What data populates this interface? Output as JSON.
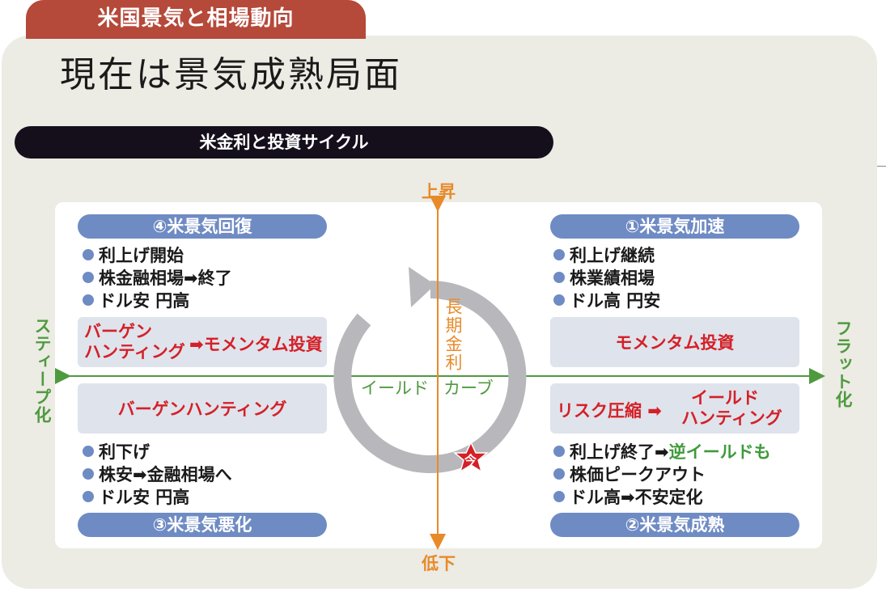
{
  "header": {
    "tab_label": "米国景気と相場動向",
    "headline": "現在は景気成熟局面",
    "subbar": "米金利と投資サイクル"
  },
  "axes": {
    "top": "上昇",
    "bottom": "低下",
    "left": "スティープ化",
    "right": "フラット化",
    "vertical_label": "長期金利",
    "horizontal_label_left": "イールド",
    "horizontal_label_right": "カーブ"
  },
  "current_marker": "今",
  "quadrants": {
    "q4": {
      "title": "④米景気回復",
      "bullets": [
        "利上げ開始",
        "株金融相場➡終了",
        "ドル安 円高"
      ],
      "strategy_line1": "バーゲン",
      "strategy_line2": "ハンティング",
      "strategy_arrow": "➡モメンタム投資"
    },
    "q1": {
      "title": "①米景気加速",
      "bullets": [
        "利上げ継続",
        "株業績相場",
        "ドル高 円安"
      ],
      "strategy": "モメンタム投資"
    },
    "q3": {
      "title": "③米景気悪化",
      "strategy": "バーゲンハンティング",
      "bullets": [
        "利下げ",
        "株安➡金融相場へ",
        "ドル安 円高"
      ]
    },
    "q2": {
      "title": "②米景気成熟",
      "strategy_left": "リスク圧縮 ➡",
      "strategy_right_line1": "イールド",
      "strategy_right_line2": "ハンティング",
      "bullet1_prefix": "利上げ終了➡",
      "bullet1_suffix": "逆イールドも",
      "bullets_rest": [
        "株価ピークアウト",
        "ドル高➡不安定化"
      ]
    }
  },
  "colors": {
    "tab": "#b5493a",
    "pill": "#6f8bc4",
    "strategy_text": "#d42027",
    "orange_axis": "#e88a2a",
    "green_axis": "#4f9a3f",
    "cycle_arrow": "#b8b8bc"
  }
}
